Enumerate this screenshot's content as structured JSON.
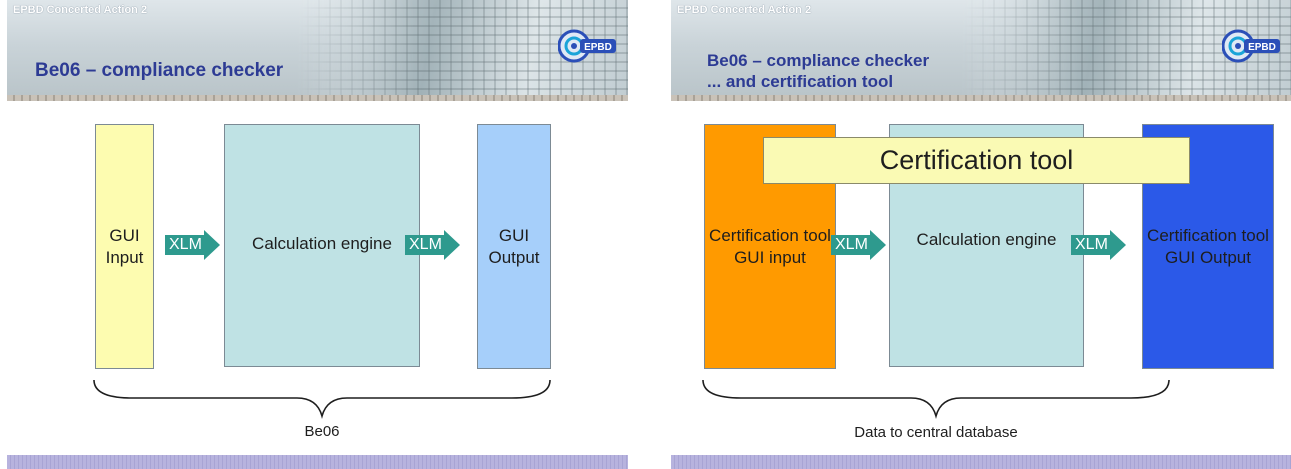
{
  "slides": [
    {
      "header_caption": "EPBD Concerted Action 2",
      "title": "Be06 – compliance checker",
      "logo_text": "EPBD",
      "boxes": {
        "input": "GUI\nInput",
        "engine": "Calculation engine",
        "output": "GUI\nOutput"
      },
      "arrows": [
        "XLM",
        "XLM"
      ],
      "brace_label": "Be06"
    },
    {
      "header_caption": "EPBD Concerted Action 2",
      "title": "Be06 – compliance checker\n... and certification tool",
      "logo_text": "EPBD",
      "banner": "Certification tool",
      "boxes": {
        "input": "Certification tool\nGUI input",
        "engine": "Calculation engine",
        "output": "Certification tool\nGUI Output"
      },
      "arrows": [
        "XLM",
        "XLM"
      ],
      "brace_label": "Data to central database"
    }
  ],
  "colors": {
    "title": "#2d3b94",
    "arrow": "#2e9a8e",
    "left_input_box": "#fdfcb0",
    "engine_box": "#bfe2e4",
    "left_output_box": "#a6cffa",
    "right_input_box": "#ff9a00",
    "right_output_box": "#2b59e8",
    "banner": "#fafab4"
  }
}
